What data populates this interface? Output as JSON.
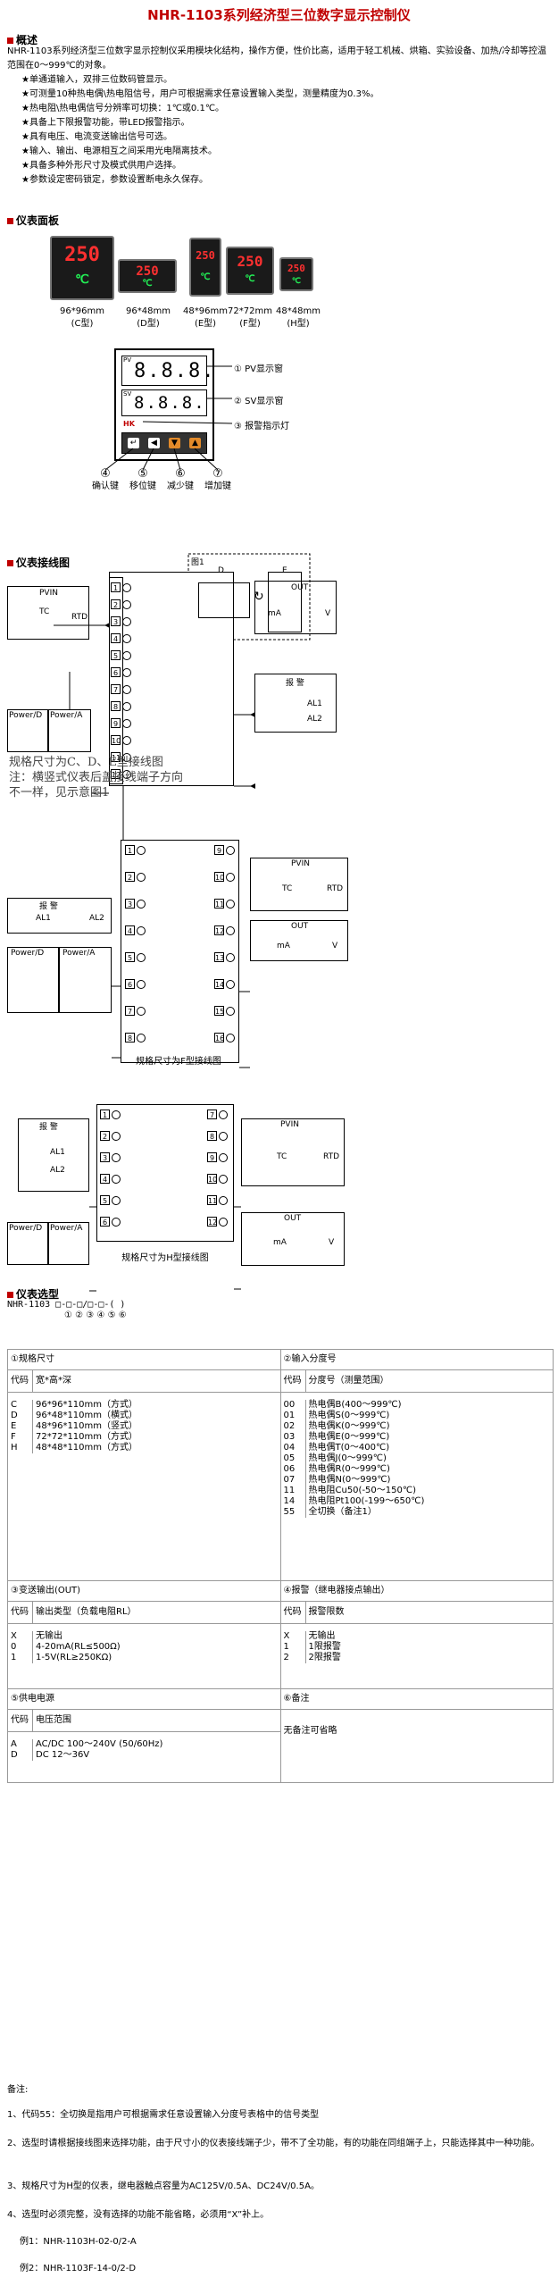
{
  "title": "NHR-1103系列经济型三位数字显示控制仪",
  "overview": {
    "heading": "概述",
    "intro": "NHR-1103系列经济型三位数字显示控制仪采用模块化结构，操作方便，性价比高，适用于轻工机械、烘箱、实验设备、加热/冷却等控温范围在0～999℃的对象。",
    "features": [
      "★单通道输入，双排三位数码管显示。",
      "★可测量10种热电偶\\热电阻信号，用户可根据需求任意设置输入类型，测量精度为0.3%。",
      "★热电阻\\热电偶信号分辨率可切换：1℃或0.1℃。",
      "★具备上下限报警功能，带LED报警指示。",
      "★具有电压、电流变送输出信号可选。",
      "★输入、输出、电源相互之间采用光电隔离技术。",
      "★具备多种外形尺寸及模式供用户选择。",
      "★参数设定密码锁定，参数设置断电永久保存。"
    ]
  },
  "panel": {
    "heading": "仪表面板",
    "models": [
      {
        "size": "96*96mm",
        "type": "(C型)",
        "pv": "250",
        "sv": "℃"
      },
      {
        "size": "96*48mm",
        "type": "(D型)",
        "pv": "250",
        "sv": "℃"
      },
      {
        "size": "48*96mm",
        "type": "(E型)",
        "pv": "250",
        "sv": "℃"
      },
      {
        "size": "72*72mm",
        "type": "(F型)",
        "pv": "250",
        "sv": "℃"
      },
      {
        "size": "48*48mm",
        "type": "(H型)",
        "pv": "250",
        "sv": "℃"
      }
    ],
    "diagram": {
      "pv_tag": "PV",
      "sv_tag": "SV",
      "digits": "8.8.8.",
      "brand": "HK",
      "callouts": [
        "① PV显示窗",
        "② SV显示窗",
        "③ 报警指示灯"
      ],
      "keys": [
        {
          "num": "④",
          "label": "确认键"
        },
        {
          "num": "⑤",
          "label": "移位键"
        },
        {
          "num": "⑥",
          "label": "减少键"
        },
        {
          "num": "⑦",
          "label": "增加键"
        }
      ]
    }
  },
  "wiring": {
    "heading": "仪表接线图",
    "pvin": "PVIN",
    "out": "OUT",
    "alarm": "报 警",
    "power_d": "Power/D",
    "power_a": "Power/A",
    "tc": "TC",
    "rtd": "RTD",
    "ma": "mA",
    "v": "V",
    "al1": "AL1",
    "al2": "AL2",
    "note_line1": "规格尺寸为C、D、E型接线图",
    "note_line2": "注：横竖式仪表后盖接线端子方向",
    "note_line3": "不一样，见示意图1",
    "fig1": "图1",
    "fig_d": "D",
    "fig_e": "E",
    "caption_f": "规格尺寸为F型接线图",
    "caption_h": "规格尺寸为H型接线图"
  },
  "selection": {
    "heading": "仪表选型",
    "code": "NHR-1103 □-□-□/□-□-( )",
    "code_nums": "①  ②  ③ ④ ⑤  ⑥",
    "c1": {
      "head": "①规格尺寸",
      "col1": "代码",
      "col2": "宽*高*深",
      "codes": [
        "C",
        "D",
        "E",
        "F",
        "H"
      ],
      "values": [
        "96*96*110mm（方式）",
        "96*48*110mm（横式）",
        "48*96*110mm（竖式）",
        "72*72*110mm（方式）",
        "48*48*110mm（方式）"
      ]
    },
    "c2": {
      "head": "②输入分度号",
      "col1": "代码",
      "col2": "分度号（测量范围）",
      "codes": [
        "00",
        "01",
        "02",
        "03",
        "04",
        "05",
        "06",
        "07",
        "11",
        "14",
        "55"
      ],
      "values": [
        "热电偶B(400～999℃)",
        "热电偶S(0～999℃)",
        "热电偶K(0～999℃)",
        "热电偶E(0～999℃)",
        "热电偶T(0～400℃)",
        "热电偶J(0～999℃)",
        "热电偶R(0～999℃)",
        "热电偶N(0～999℃)",
        "热电阻Cu50(-50～150℃)",
        "热电阻Pt100(-199～650℃)",
        "全切换（备注1）"
      ]
    },
    "c3": {
      "head": "③变送输出(OUT)",
      "col1": "代码",
      "col2": "输出类型（负载电阻RL）",
      "codes": [
        "X",
        "0",
        "1"
      ],
      "values": [
        "无输出",
        "4-20mA(RL≤500Ω)",
        "1-5V(RL≥250KΩ)"
      ]
    },
    "c4": {
      "head": "④报警（继电器接点输出）",
      "col1": "代码",
      "col2": "报警限数",
      "codes": [
        "X",
        "1",
        "2"
      ],
      "values": [
        "无输出",
        "1限报警",
        "2限报警"
      ]
    },
    "c5": {
      "head": "⑤供电电源",
      "col1": "代码",
      "col2": "电压范围",
      "codes": [
        "A",
        "D"
      ],
      "values": [
        "AC/DC 100～240V (50/60Hz)",
        "DC 12～36V"
      ]
    },
    "c6": {
      "head": "⑥备注",
      "text": "无备注可省略"
    }
  },
  "notes": {
    "head": "备注:",
    "items": [
      "1、代码55：全切换是指用户可根据需求任意设置输入分度号表格中的信号类型",
      "2、选型时请根据接线图来选择功能，由于尺寸小的仪表接线端子少，带不了全功能，有的功能在同组端子上，只能选择其中一种功能。",
      "3、规格尺寸为H型的仪表，继电器触点容量为AC125V/0.5A、DC24V/0.5A。",
      "4、选型时必须完整，没有选择的功能不能省略，必须用“X”补上。"
    ],
    "ex1": "例1：NHR-1103H-02-0/2-A",
    "ex2": "例2：NHR-1103F-14-0/2-D"
  }
}
